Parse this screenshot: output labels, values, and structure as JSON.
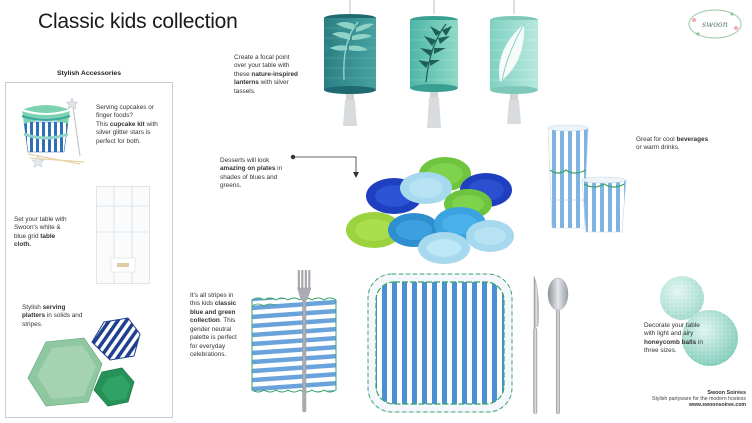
{
  "title": "Classic kids collection",
  "logo": {
    "text": "swoon"
  },
  "sidebar": {
    "title": "Stylish Accessories",
    "cupcake": {
      "l1": "Serving cupcakes or",
      "l2": "finger foods?",
      "l3a": "This ",
      "l3b": "cupcake kit",
      "l3c": " with",
      "l4": "silver glitter stars is",
      "l5": "perfect for both."
    },
    "tablecloth": {
      "l1": "Set your table with",
      "l2": "Swoon's white &",
      "l3a": "blue grid ",
      "l3b": "table",
      "l4": "cloth."
    },
    "platters": {
      "l1a": "Stylish ",
      "l1b": "serving",
      "l2a": "platters",
      "l2b": " in solids and",
      "l3": "stripes."
    }
  },
  "lanterns": {
    "l1": "Create a focal point",
    "l2": "over your table with",
    "l3": "these ",
    "l3b": "nature-inspired",
    "l4": "lanterns",
    "l4b": " with silver",
    "l5": "tassels."
  },
  "plates": {
    "l1": "Desserts will look",
    "l2": "amazing on plates",
    "l2b": " in",
    "l3": "shades of blues and",
    "l4": "greens."
  },
  "cups": {
    "l1": "Great for cool ",
    "l1b": "beverages",
    "l2": "or warm drinks."
  },
  "stripes": {
    "l1": "It's all stripes in",
    "l2": "this kids ",
    "l2b": "classic",
    "l3": "blue and green",
    "l4": "collection",
    "l4b": ". This",
    "l5": "gender neutral",
    "l6": "palette is perfect",
    "l7": "for everyday",
    "l8": "celebrations."
  },
  "honeycomb": {
    "l1": "Decorate your table",
    "l2": "with light and airy",
    "l3": "honeycomb balls",
    "l3b": " in",
    "l4": "three sizes."
  },
  "footer": {
    "brand": "Swoon Soirées",
    "tagline": "Stylish partyware for the modern hostess",
    "url": "www.swoonsoiree.com"
  },
  "colors": {
    "teal": "#3a8f8f",
    "aqua": "#8fd3c8",
    "blue": "#2a6fb8",
    "lightblue": "#a9d4f0",
    "green": "#5cb84a",
    "stripe": "#4a8fd0"
  }
}
